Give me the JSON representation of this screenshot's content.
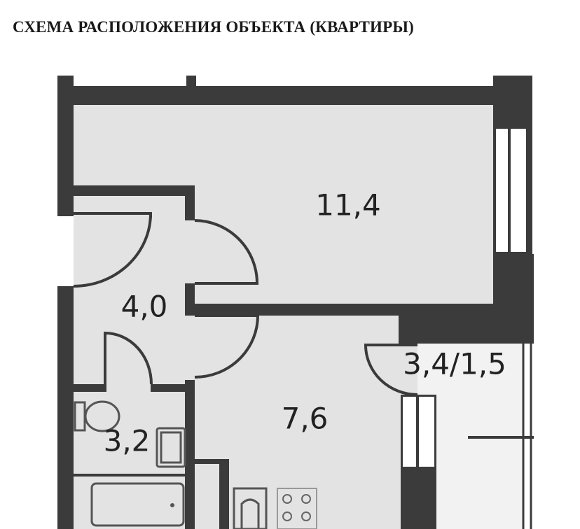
{
  "title": "СХЕМА РАСПОЛОЖЕНИЯ ОБЪЕКТА (КВАРТИРЫ)",
  "rooms": {
    "living_room": {
      "area": "11,4"
    },
    "hallway": {
      "area": "4,0"
    },
    "kitchen": {
      "area": "7,6"
    },
    "bathroom": {
      "area": "3,2"
    },
    "loggia": {
      "area": "3,4/1,5"
    }
  },
  "colors": {
    "wall": "#3b3b3b",
    "floor": "#e3e3e3"
  }
}
